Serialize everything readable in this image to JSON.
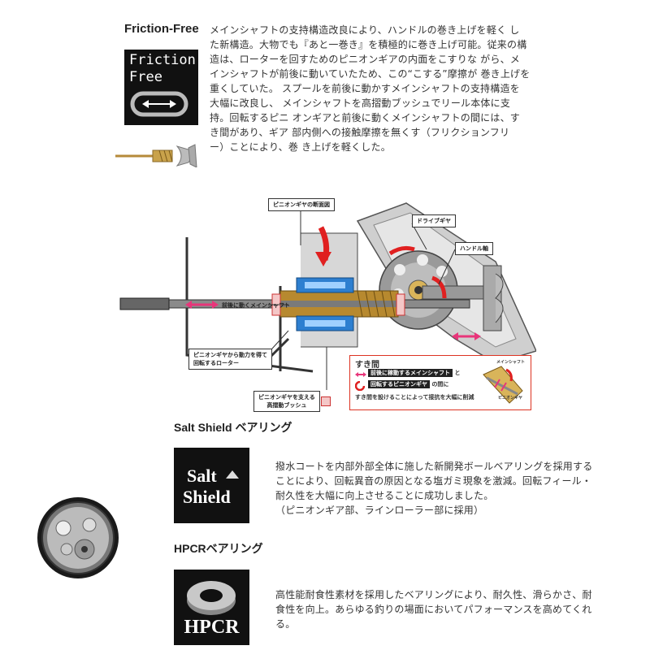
{
  "friction": {
    "title": "Friction-Free",
    "logo_line1": "Friction",
    "logo_line2": "Free",
    "lines": [
      "メインシャフトの支持構造改良により、ハンドルの巻き上げを軽く し",
      "た新構造。大物でも『あと一巻き』を積極的に巻き上げ可能。従来の構",
      "造は、ローターを回すためのピニオンギアの内面をこすりな がら、メ",
      "インシャフトが前後に動いていたため、この“こする”摩擦が 巻き上げを",
      "重くしていた。 スプールを前後に動かすメインシャフトの支持構造を",
      "大幅に改良し、 メインシャフトを高摺動ブッシュでリール本体に支",
      "持。回転するピニ オンギアと前後に動くメインシャフトの間には、す",
      "き間があり、ギア 部内側への接触摩擦を無くす（フリクションフリ",
      "ー）ことにより、巻 き上げを軽くした。"
    ]
  },
  "diagram": {
    "labels": {
      "pinion_section": "ピニオンギヤの断面図",
      "drive_gear": "ドライブギヤ",
      "handle_shaft": "ハンドル軸",
      "main_shaft": "前後に動くメインシャフト",
      "rotor": "ピニオンギヤから動力を得て\n回転するローター",
      "bushing": "ピニオンギヤを支える\n高摺動ブッシュ"
    },
    "gap": {
      "title": "すき間",
      "line1": "前後に稼動するメインシャフト",
      "and": "と",
      "line2": "回転するピニオンギヤ",
      "between": "の間に",
      "line3": "すき間を設けることによって接抗を大幅に削減",
      "mini_main": "メインシャフト",
      "mini_pinion": "ピニオンギヤ"
    }
  },
  "salt": {
    "title": "Salt Shield ベアリング",
    "logo_line1": "Salt",
    "logo_line2": "Shield",
    "lines": [
      "撥水コートを内部外部全体に施した新開発ボールベアリングを採用する",
      "ことにより、回転異音の原因となる塩ガミ現象を激減。回転フィール・",
      "耐久性を大幅に向上させることに成功しました。",
      "（ピニオンギア部、ラインローラー部に採用）"
    ]
  },
  "hpcr": {
    "title": "HPCRベアリング",
    "logo": "HPCR",
    "lines": [
      "高性能耐食性素材を採用したベアリングにより、耐久性、滑らかさ、耐",
      "食性を向上。あらゆる釣りの場面においてパフォーマンスを高めてくれ",
      "る。"
    ]
  },
  "colors": {
    "accent_red": "#e02020",
    "accent_pink": "#e8357a",
    "logo_bg": "#111111"
  }
}
